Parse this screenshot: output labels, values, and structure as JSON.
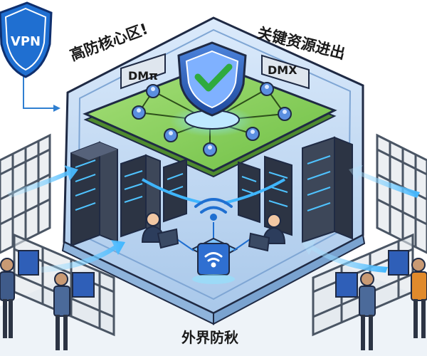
{
  "labels": {
    "vpn": "VPN",
    "core_zone": "高防核心区!",
    "key_resources": "关键资源进出",
    "dmz_left": "DMπ",
    "dmz_right": "DMX",
    "outer_defense": "外界防秋"
  },
  "colors": {
    "outline": "#1f2a44",
    "platform": "#c9dff5",
    "platform_side": "#8fb4dc",
    "green_zone": "#8cd15a",
    "shield": "#2f5fb8",
    "check": "#39b54a",
    "glow": "#4fc3ff",
    "server": "#2c3444",
    "fence": "#4a5564"
  },
  "icons": [
    "vpn-shield-icon",
    "security-shield-icon",
    "check-icon",
    "wifi-icon",
    "server-rack-icon",
    "user-icon",
    "laptop-icon",
    "fence-icon"
  ]
}
